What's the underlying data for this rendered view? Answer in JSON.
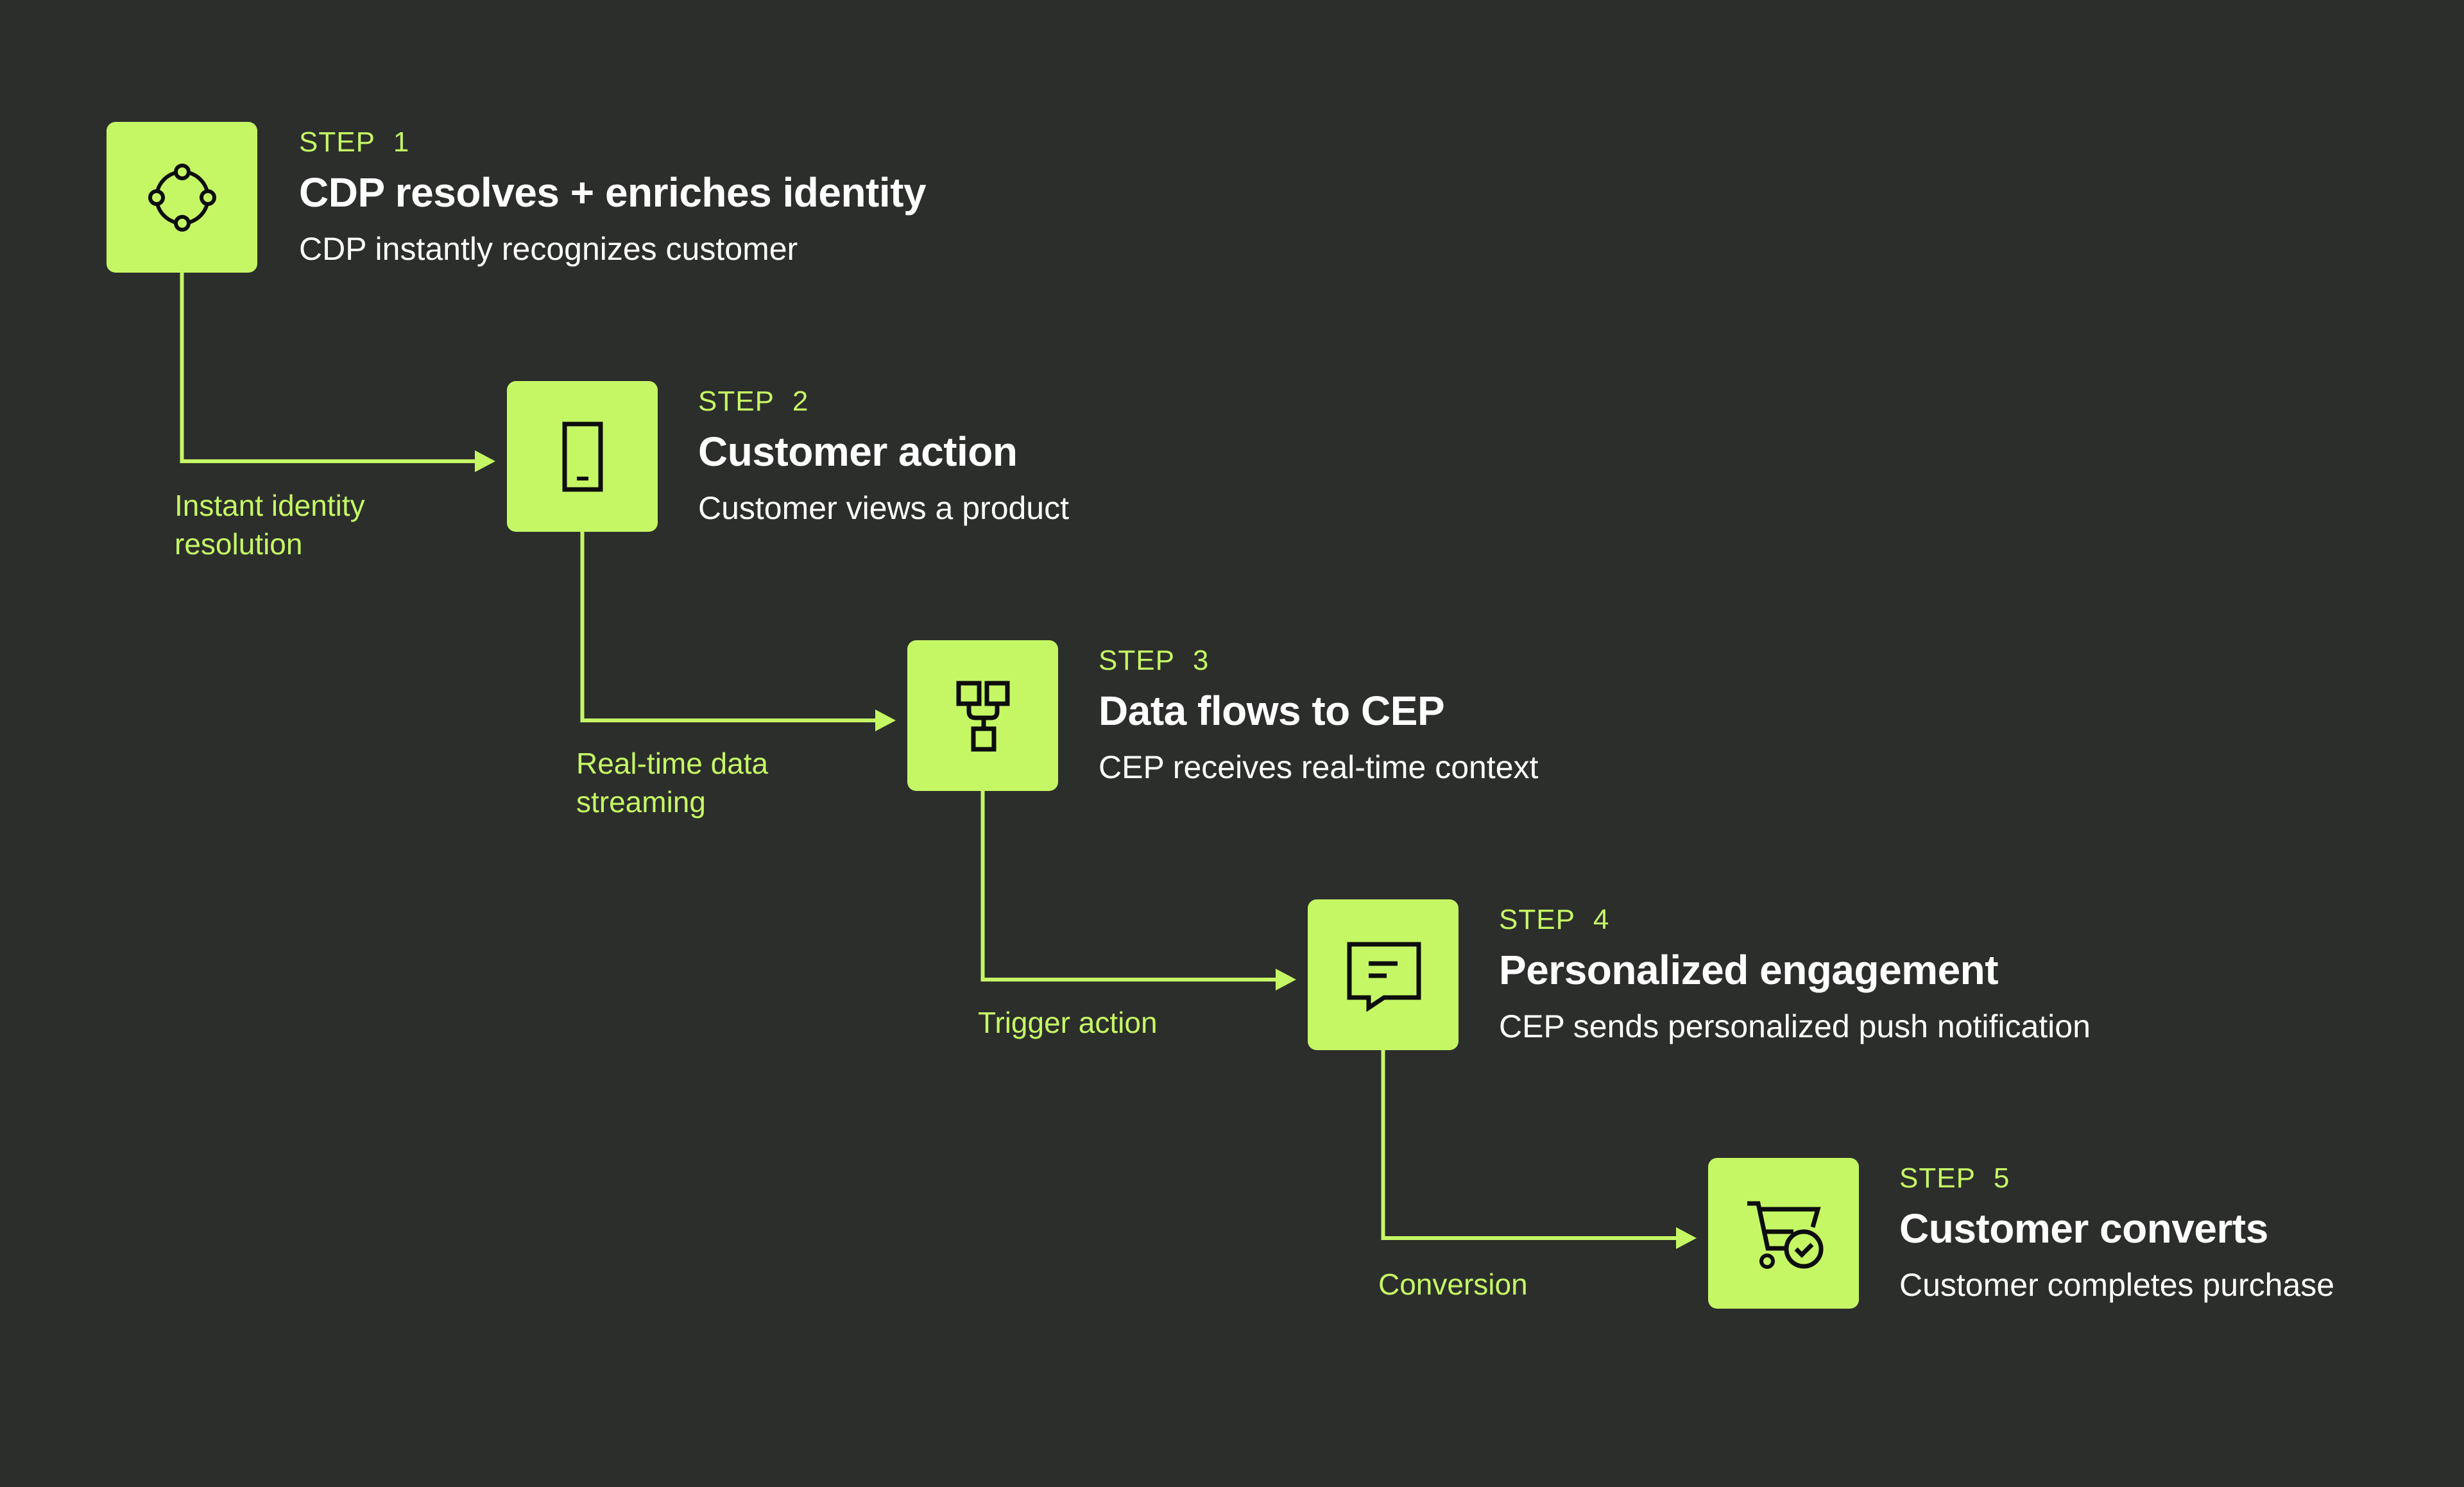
{
  "colors": {
    "background": "#2c2e2b",
    "accent": "#c5f765",
    "text": "#ffffff",
    "icon": "#0d0d0d"
  },
  "steps": [
    {
      "label": "STEP",
      "number": "1",
      "title": "CDP resolves + enriches identity",
      "description": "CDP instantly recognizes customer",
      "icon": "identity-nodes-icon"
    },
    {
      "label": "STEP",
      "number": "2",
      "title": "Customer action",
      "description": "Customer views a product",
      "icon": "mobile-phone-icon"
    },
    {
      "label": "STEP",
      "number": "3",
      "title": "Data flows to CEP",
      "description": "CEP receives real-time context",
      "icon": "data-flow-icon"
    },
    {
      "label": "STEP",
      "number": "4",
      "title": "Personalized engagement",
      "description": "CEP sends personalized push notification",
      "icon": "chat-message-icon"
    },
    {
      "label": "STEP",
      "number": "5",
      "title": "Customer converts",
      "description": "Customer completes purchase",
      "icon": "cart-check-icon"
    }
  ],
  "connectors": [
    {
      "from": 1,
      "to": 2,
      "label": "Instant identity\nresolution"
    },
    {
      "from": 2,
      "to": 3,
      "label": "Real-time data\nstreaming"
    },
    {
      "from": 3,
      "to": 4,
      "label": "Trigger action"
    },
    {
      "from": 4,
      "to": 5,
      "label": "Conversion"
    }
  ]
}
